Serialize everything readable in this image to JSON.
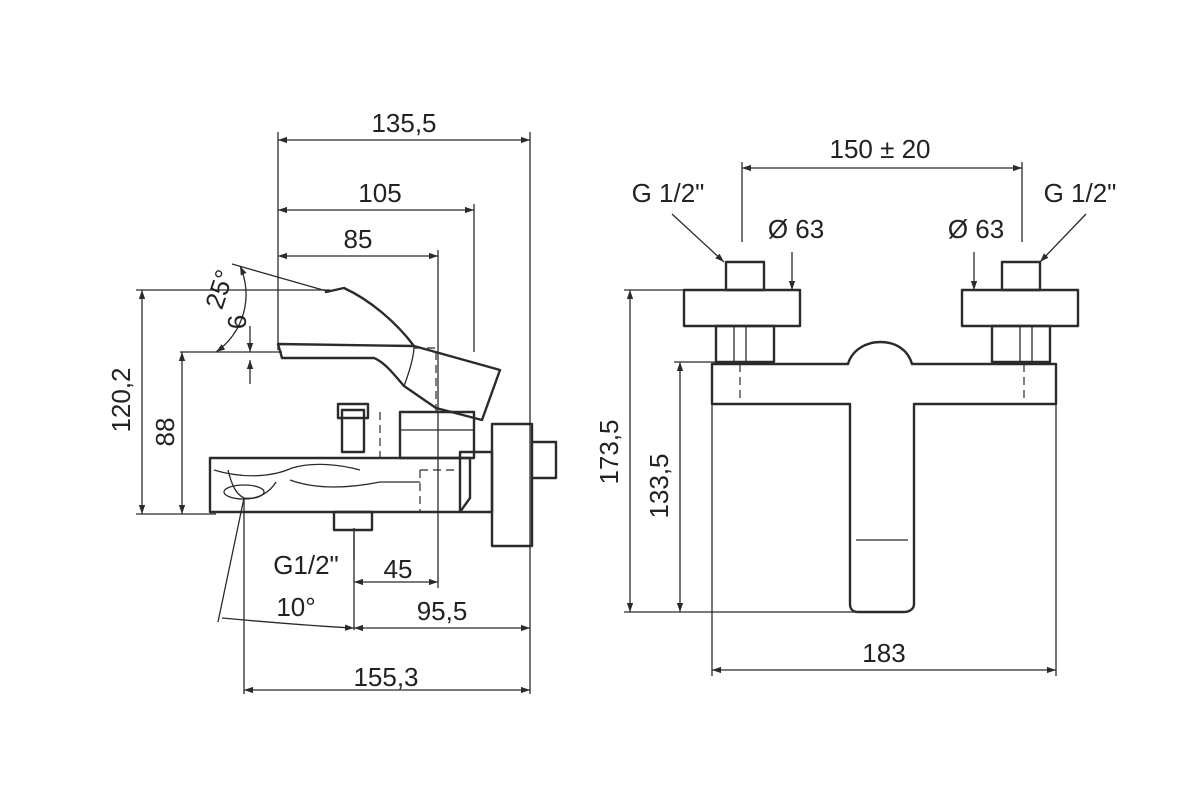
{
  "side_view": {
    "dims": {
      "width_total": "135,5",
      "width_105": "105",
      "width_85": "85",
      "angle_lever": "25°",
      "gap_6": "6",
      "height_120": "120,2",
      "height_88": "88",
      "inlet_thread": "G1/2\"",
      "offset_45": "45",
      "angle_spout": "10°",
      "offset_95": "95,5",
      "length_total": "155,3"
    }
  },
  "front_view": {
    "dims": {
      "centers": "150 ± 20",
      "left_thread": "G 1/2\"",
      "right_thread": "G 1/2\"",
      "left_diameter": "Ø 63",
      "right_diameter": "Ø 63",
      "height_173": "173,5",
      "height_133": "133,5",
      "width_183": "183"
    }
  }
}
